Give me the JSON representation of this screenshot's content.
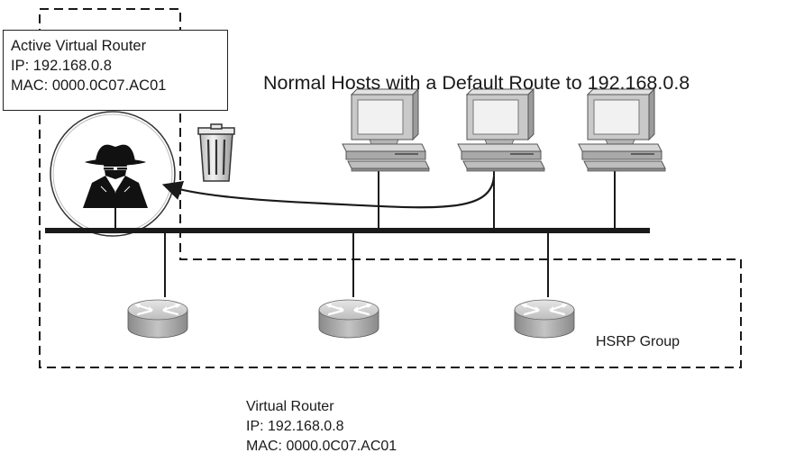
{
  "active_router": {
    "title": "Active Virtual Router",
    "ip": "IP: 192.168.0.8",
    "mac": "MAC: 0000.0C07.AC01",
    "icon": "attacker-icon"
  },
  "hosts": {
    "title": "Normal Hosts with a Default Route to 192.168.0.8",
    "icon": "desktop-computer-icon",
    "count": 3
  },
  "trash": {
    "icon": "trash-can-icon"
  },
  "hsrp_group": {
    "label": "HSRP Group",
    "router_icon": "router-icon",
    "router_count": 3
  },
  "virtual_router": {
    "title": "Virtual Router",
    "ip": "IP: 192.168.0.8",
    "mac": "MAC: 0000.0C07.AC01"
  },
  "colors": {
    "line": "#1a1a1a",
    "router_body": "#b8b8b8",
    "router_top": "#d8d8d8",
    "monitor": "#c9c9c9",
    "screen": "#eeeeee"
  }
}
